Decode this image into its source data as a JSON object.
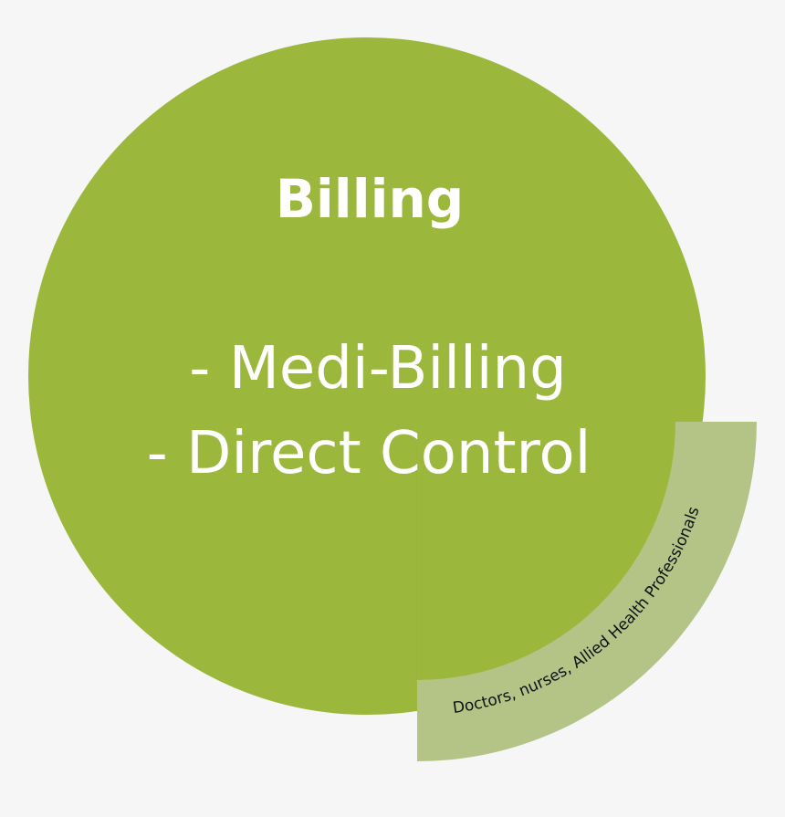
{
  "diagram": {
    "title": "Billing",
    "items": [
      "- Medi-Billing",
      "- Direct Control"
    ],
    "band_label": "Doctors, nurses, Allied Health Professionals"
  },
  "colors": {
    "background": "#f6f6f6",
    "circle_fill": "#9bb73c",
    "circle_seam": "#98b33a",
    "band_fill": "#b3c486",
    "title_text": "#ffffff",
    "band_text": "#111111"
  }
}
